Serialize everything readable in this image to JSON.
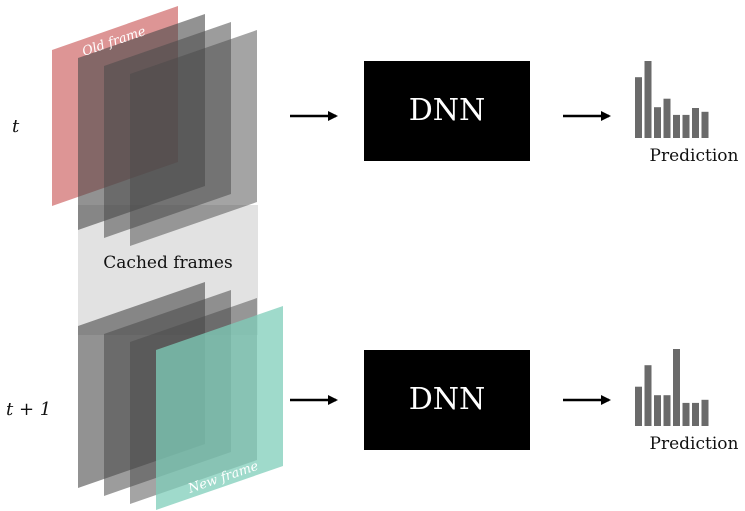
{
  "rows": [
    {
      "time_label": "t",
      "model_label": "DNN",
      "prediction_label": "Prediction",
      "prediction_bars": [
        0.79,
        1.0,
        0.4,
        0.51,
        0.3,
        0.3,
        0.39,
        0.34
      ],
      "frame_tag": "Old frame"
    },
    {
      "time_label": "t + 1",
      "model_label": "DNN",
      "prediction_label": "Prediction",
      "prediction_bars": [
        0.51,
        0.79,
        0.4,
        0.4,
        1.0,
        0.3,
        0.3,
        0.34
      ],
      "frame_tag": "New frame"
    }
  ],
  "cache_label": "Cached frames",
  "colors": {
    "old_frame": "#d98a8a",
    "new_frame": "#7fcdb9",
    "cached_frame": "#5a5a5a",
    "cache_band": "#e2e2e2",
    "dnn_box": "#000000",
    "dnn_text": "#ffffff",
    "bar": "#6a6a6a"
  }
}
